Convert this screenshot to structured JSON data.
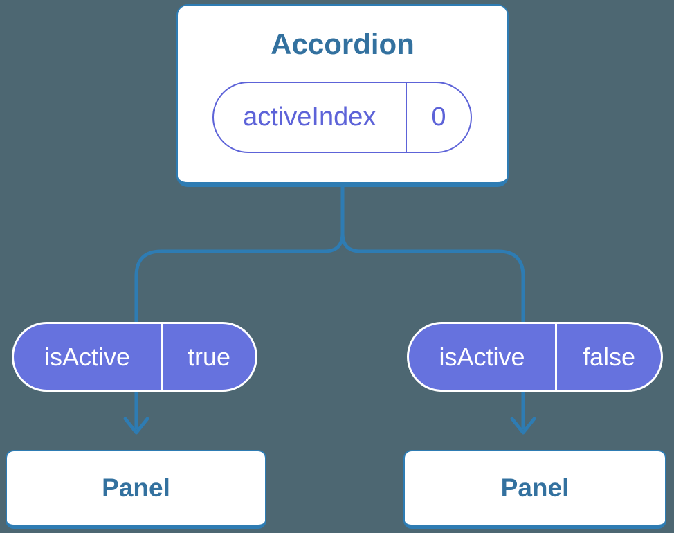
{
  "diagram": {
    "root": {
      "title": "Accordion",
      "prop": {
        "name": "activeIndex",
        "value": "0"
      }
    },
    "children": [
      {
        "prop": {
          "name": "isActive",
          "value": "true"
        },
        "panel_label": "Panel"
      },
      {
        "prop": {
          "name": "isActive",
          "value": "false"
        },
        "panel_label": "Panel"
      }
    ],
    "colors": {
      "background": "#4d6772",
      "connector_blue": "#2e7cb3",
      "node_text_blue": "#33719f",
      "pill_purple_fill": "#6672de",
      "pill_purple_border": "#5d63d8",
      "node_fill": "#ffffff"
    }
  }
}
